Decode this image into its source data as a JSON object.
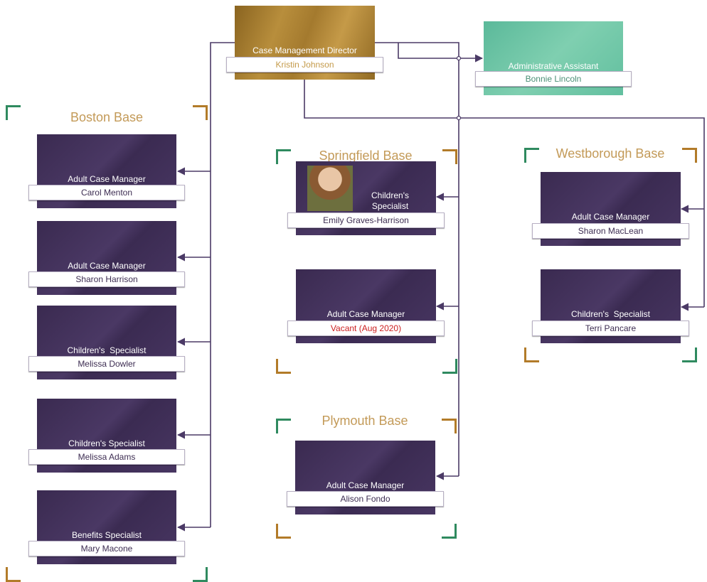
{
  "director": {
    "title": "Case Management Director",
    "name": "Kristin Johnson"
  },
  "assistant": {
    "title": "Administrative Assistant",
    "name": "Bonnie Lincoln"
  },
  "boston": {
    "title": "Boston Base",
    "staff": [
      {
        "title": "Adult Case Manager",
        "name": "Carol Menton"
      },
      {
        "title": "Adult Case Manager",
        "name": "Sharon Harrison"
      },
      {
        "title": "Children's  Specialist",
        "name": "Melissa Dowler"
      },
      {
        "title": "Children's Specialist",
        "name": "Melissa Adams"
      },
      {
        "title": "Benefits Specialist",
        "name": "Mary Macone"
      }
    ]
  },
  "springfield": {
    "title": "Springfield Base",
    "staff": [
      {
        "title_line1": "Children's",
        "title_line2": "Specialist",
        "name": "Emily Graves-Harrison"
      },
      {
        "title": "Adult Case Manager",
        "name": "Vacant (Aug 2020)"
      }
    ]
  },
  "plymouth": {
    "title": "Plymouth Base",
    "staff": [
      {
        "title": "Adult Case Manager",
        "name": "Alison Fondo"
      }
    ]
  },
  "westborough": {
    "title": "Westborough Base",
    "staff": [
      {
        "title": "Adult Case Manager",
        "name": "Sharon MacLean"
      },
      {
        "title": "Children's  Specialist",
        "name": "Terri Pancare"
      }
    ]
  },
  "colors": {
    "purple": "#3a2a50",
    "gold": "#b88e3c",
    "teal": "#7fcfb0",
    "line": "#4b3a66",
    "base_title": "#c39a58",
    "vacant": "#cc1f1f"
  }
}
